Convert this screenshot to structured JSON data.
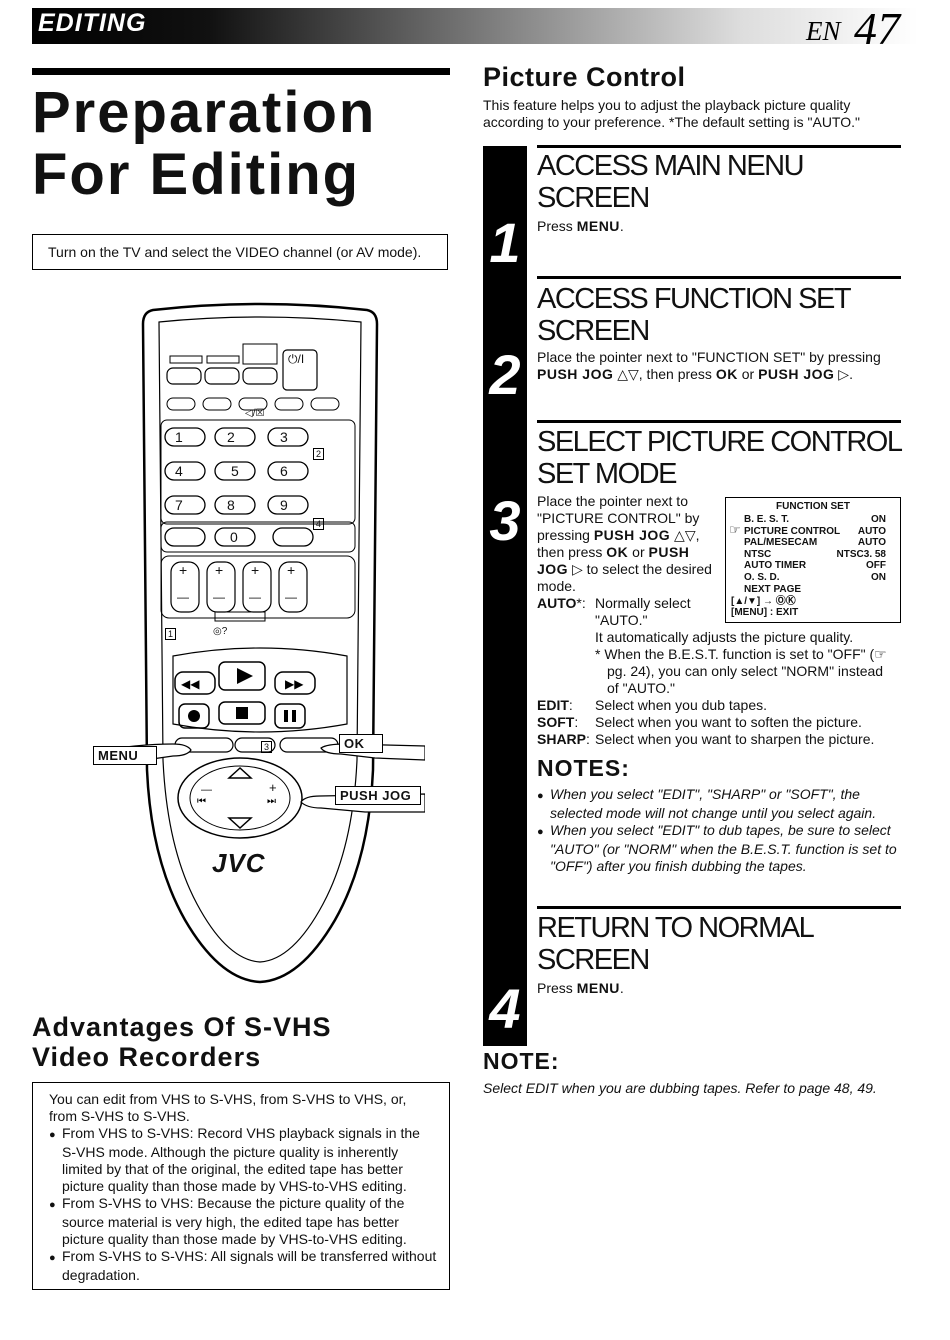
{
  "header": {
    "section": "EDITING",
    "lang": "EN",
    "page": "47"
  },
  "page_title": {
    "line1": "Preparation",
    "line2": "For Editing"
  },
  "intro": "Turn on the TV and select the VIDEO channel (or AV mode).",
  "remote": {
    "brand": "JVC",
    "callouts": {
      "menu": "MENU",
      "ok": "OK",
      "push_jog": "PUSH JOG"
    },
    "power_label": "⏻/I",
    "mute_label": "◁/☒",
    "keys": [
      "1",
      "2",
      "3",
      "4",
      "5",
      "6",
      "7",
      "8",
      "9",
      "0"
    ],
    "group_labels": {
      "g1": "1",
      "g2": "2",
      "g3": "3",
      "g4": "4"
    },
    "plus": "+",
    "minus": "—",
    "help_label": "◎?",
    "jog_minus": "—",
    "jog_plus": "+"
  },
  "advantages": {
    "heading_line1": "Advantages Of S-VHS",
    "heading_line2": "Video Recorders",
    "intro": "You can edit from VHS to S-VHS, from S-VHS to VHS, or, from S-VHS to S-VHS.",
    "bullets": [
      "From VHS to S-VHS: Record VHS playback signals in the S-VHS mode. Although the picture quality is inherently limited by that of the original, the edited tape has better picture quality than those made by VHS-to-VHS editing.",
      "From S-VHS to VHS: Because the picture quality of the source material is very high, the edited tape has better picture quality than those made by VHS-to-VHS editing.",
      "From S-VHS to S-VHS: All signals will be transferred without degradation."
    ]
  },
  "picture_control": {
    "heading": "Picture Control",
    "intro": "This feature helps you to adjust the playback picture quality according to your preference. *The default setting is \"AUTO.\""
  },
  "steps": [
    {
      "num": "1",
      "title_line1": "ACCESS MAIN NENU",
      "title_line2": "SCREEN",
      "text_pre": "Press ",
      "text_key": "MENU",
      "text_post": "."
    },
    {
      "num": "2",
      "title_line1": "ACCESS FUNCTION SET",
      "title_line2": "SCREEN",
      "line1": "Place the pointer next to \"FUNCTION SET\" by pressing",
      "key1": "PUSH JOG",
      "mid1": " △▽, then press ",
      "key2": "OK",
      "mid2": " or ",
      "key3": "PUSH JOG",
      "end": " ▷."
    },
    {
      "num": "3",
      "title_line1": "SELECT PICTURE CONTROL",
      "title_line2": "SET MODE",
      "l1": "Place the pointer next to",
      "l2": "\"PICTURE CONTROL\" by",
      "l3_pre": "pressing ",
      "l3_key": "PUSH JOG",
      "l3_post": " △▽,",
      "l4_pre": "then press ",
      "l4_key1": "OK",
      "l4_mid": " or ",
      "l4_key2": "PUSH",
      "l5_key": "JOG",
      "l5_post": " ▷ to select the desired",
      "l6": "mode."
    },
    {
      "num": "4",
      "title_line1": "RETURN TO NORMAL",
      "title_line2": "SCREEN",
      "text_pre": "Press ",
      "text_key": "MENU",
      "text_post": "."
    }
  ],
  "function_set": {
    "title": "FUNCTION SET",
    "rows": [
      {
        "label": "B. E. S. T.",
        "value": "ON"
      },
      {
        "label": "PICTURE CONTROL",
        "value": "AUTO"
      },
      {
        "label": "PAL/MESECAM",
        "value": "AUTO"
      },
      {
        "label": "NTSC",
        "value": "NTSC3. 58"
      },
      {
        "label": "AUTO TIMER",
        "value": "OFF"
      },
      {
        "label": "O. S. D.",
        "value": "ON"
      },
      {
        "label": "NEXT PAGE",
        "value": ""
      }
    ],
    "nav": "[▲/▼] → ⓄⓀ",
    "exit": "[MENU] : EXIT",
    "pointer": "☞"
  },
  "modes": {
    "auto_term": "AUTO",
    "auto_star": "*:",
    "auto_l1": "Normally select",
    "auto_l2": "\"AUTO.\"",
    "auto_l3": "It automatically adjusts the picture quality.",
    "auto_l4": "* When the B.E.S.T. function is set to \"OFF\" (☞",
    "auto_l5": "pg. 24), you can only select \"NORM\" instead",
    "auto_l6": "of \"AUTO.\"",
    "edit_term": "EDIT",
    "edit_text": "Select when you dub tapes.",
    "soft_term": "SOFT",
    "soft_text": "Select when you want to soften the picture.",
    "sharp_term": "SHARP",
    "sharp_text": "Select when you want to sharpen the picture.",
    "colon": ":"
  },
  "notes": {
    "title": "NOTES:",
    "items": [
      "When you select \"EDIT\", \"SHARP\" or \"SOFT\", the selected mode will not change until you select again.",
      "When you select \"EDIT\" to dub tapes, be sure to select \"AUTO\" (or \"NORM\" when the B.E.S.T. function is set to \"OFF\") after you finish dubbing the tapes."
    ]
  },
  "note": {
    "title": "NOTE:",
    "text": "Select EDIT when you are dubbing tapes. Refer to page 48, 49."
  }
}
